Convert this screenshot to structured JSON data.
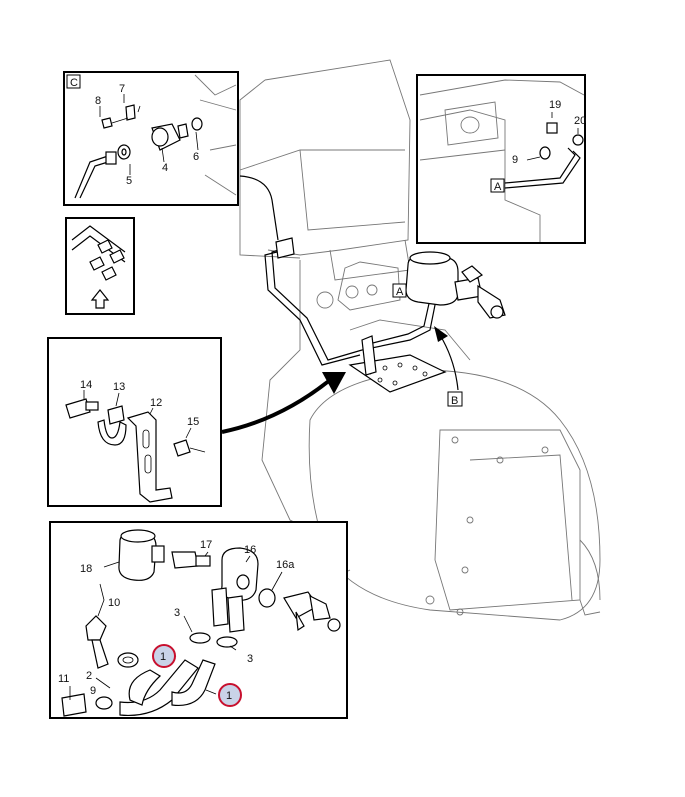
{
  "views": {
    "c": "C",
    "a": "A",
    "b": "B"
  },
  "callouts": {
    "n1": "1",
    "n2": "2",
    "n3": "3",
    "n4": "4",
    "n5": "5",
    "n6": "6",
    "n7": "7",
    "n8": "8",
    "n9": "9",
    "n10": "10",
    "n11": "11",
    "n12": "12",
    "n13": "13",
    "n14": "14",
    "n15": "15",
    "n16": "16",
    "n16a": "16a",
    "n17": "17",
    "n18": "18",
    "n19": "19",
    "n20": "20"
  },
  "highlight": {
    "fill": "#c9d3e8",
    "stroke": "#c8102e"
  }
}
